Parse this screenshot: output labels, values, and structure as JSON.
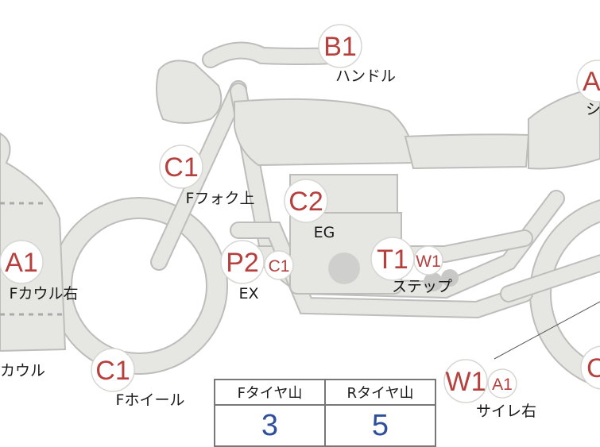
{
  "markers": [
    {
      "id": "handle",
      "code": "B1",
      "label": "ハンドル"
    },
    {
      "id": "seat",
      "code": "A",
      "label": "シ"
    },
    {
      "id": "fork-upper",
      "code": "C1",
      "label": "Fフォク上"
    },
    {
      "id": "engine",
      "code": "C2",
      "label": "EG"
    },
    {
      "id": "fcowl-right",
      "code": "A1",
      "label": "Fカウル右"
    },
    {
      "id": "exhaust",
      "code": "P2",
      "sub_code": "C1",
      "label": "EX"
    },
    {
      "id": "step",
      "code": "T1",
      "sub_code": "W1",
      "label": "ステップ"
    },
    {
      "id": "front-wheel",
      "code": "C1",
      "label": "Fホイール"
    },
    {
      "id": "cowl-left",
      "label": "カウル"
    },
    {
      "id": "silencer-right",
      "code": "W1",
      "sub_code": "A1",
      "label": "サイレ右"
    },
    {
      "id": "rear-edge",
      "code": "C"
    }
  ],
  "tire_table": {
    "headers": [
      "Fタイヤ山",
      "Rタイヤ山"
    ],
    "values": [
      "3",
      "5"
    ]
  },
  "colors": {
    "code_text": "#b5403d",
    "tire_value": "#2e4f9c",
    "part_fill": "#e6e6e3",
    "part_stroke": "#bdbdbb"
  }
}
